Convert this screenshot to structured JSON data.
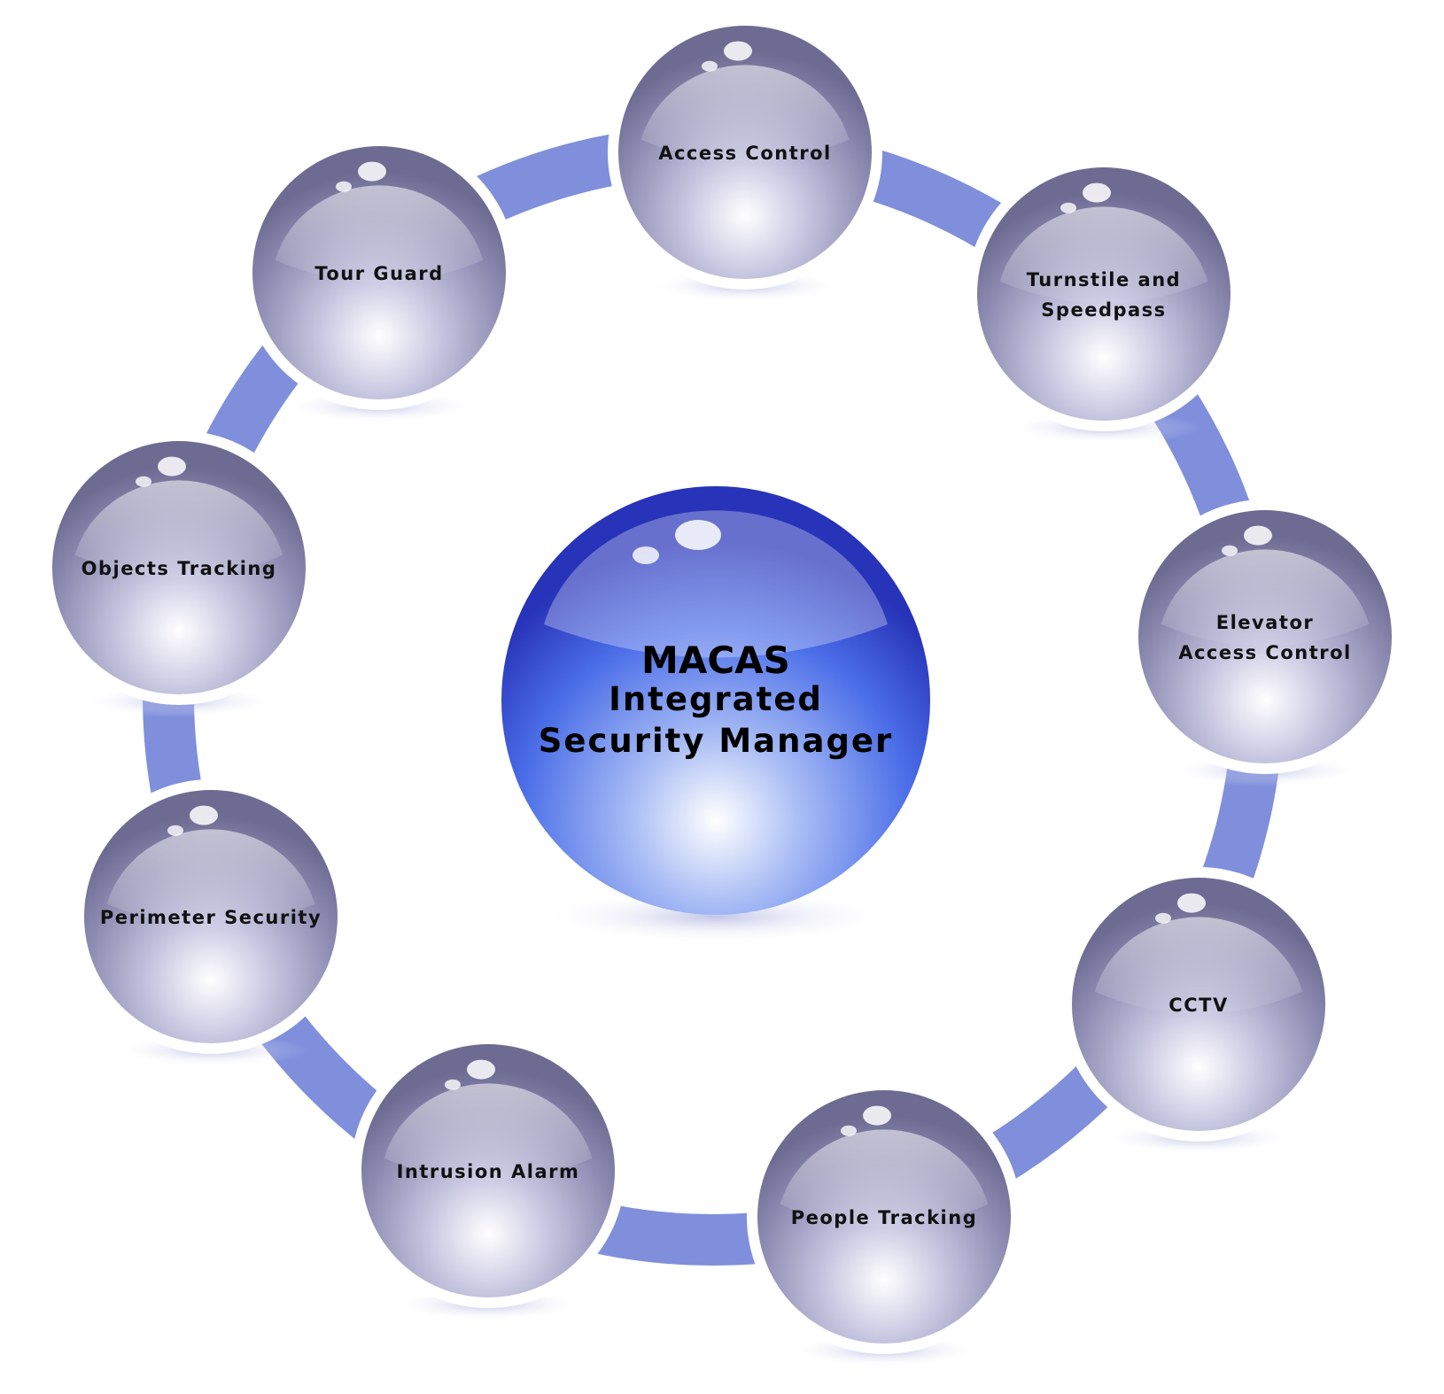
{
  "center": {
    "line1": "MACAS",
    "line2": "Integrated",
    "line3": "Security Manager"
  },
  "nodes": [
    {
      "lines": [
        "Access Control"
      ]
    },
    {
      "lines": [
        "Turnstile and",
        "Speedpass"
      ]
    },
    {
      "lines": [
        "Elevator",
        "Access Control"
      ]
    },
    {
      "lines": [
        "CCTV"
      ]
    },
    {
      "lines": [
        "People Tracking"
      ]
    },
    {
      "lines": [
        "Intrusion Alarm"
      ]
    },
    {
      "lines": [
        "Perimeter Security"
      ]
    },
    {
      "lines": [
        "Objects Tracking"
      ]
    },
    {
      "lines": [
        "Tour Guard"
      ]
    }
  ],
  "colors": {
    "ring": "#7f8fdc",
    "center": "#3a56e0",
    "node": "#8a88b0"
  }
}
